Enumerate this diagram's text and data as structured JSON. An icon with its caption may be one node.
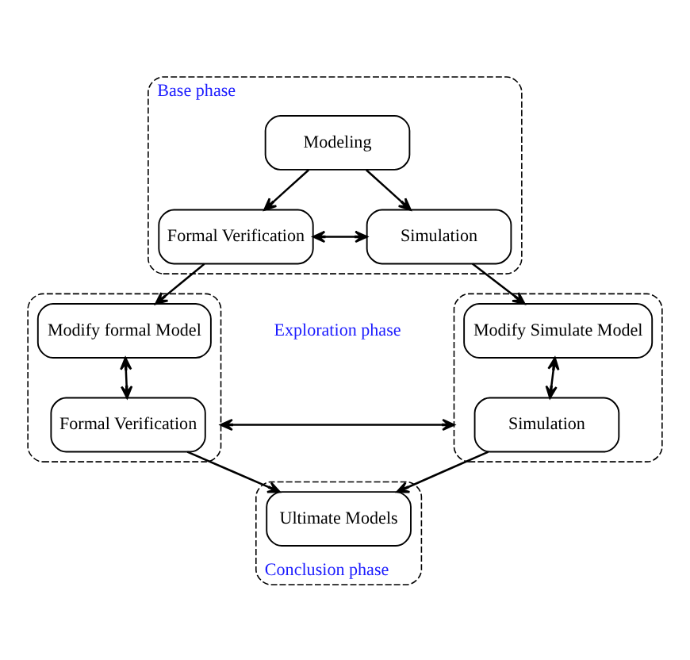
{
  "diagram": {
    "nodes": [
      {
        "text": [
          "Base phase"
        ]
      },
      {
        "text": [
          "Modeling"
        ],
        "in": 0
      },
      {
        "text": [
          "Formal Verification"
        ],
        "in": 0
      },
      {
        "text": [
          "Simulation"
        ],
        "in": 0
      },
      {
        "text": [],
        "shape": "box"
      },
      {
        "text": [
          "Modify formal Model"
        ],
        "in": 4
      },
      {
        "text": [
          "Formal Verification"
        ],
        "in": 4
      },
      {
        "text": [],
        "shape": "box"
      },
      {
        "text": [
          "Modify Simulate Model"
        ],
        "in": 7
      },
      {
        "text": [
          "Simulation"
        ],
        "in": 7
      },
      {
        "text": [
          "Conclusion phase"
        ]
      },
      {
        "text": [
          "Ultimate Models"
        ],
        "in": 10
      }
    ],
    "edges": [
      {
        "from": 1,
        "to": 2,
        "arrow": "to"
      },
      {
        "from": 1,
        "to": 3,
        "arrow": "to"
      },
      {
        "from": 2,
        "to": 3,
        "arrow": "both"
      },
      {
        "from": 2,
        "to": 5,
        "arrow": "to"
      },
      {
        "from": 3,
        "to": 8,
        "arrow": "to"
      },
      {
        "from": 5,
        "to": 6,
        "arrow": "both"
      },
      {
        "from": 8,
        "to": 9,
        "arrow": "both"
      },
      {
        "from": 4,
        "to": 7,
        "arrow": "both"
      },
      {
        "from": 6,
        "to": 11,
        "arrow": "to"
      },
      {
        "from": 9,
        "to": 11,
        "arrow": "to"
      }
    ],
    "labels": [
      "Exploration phase"
    ]
  }
}
